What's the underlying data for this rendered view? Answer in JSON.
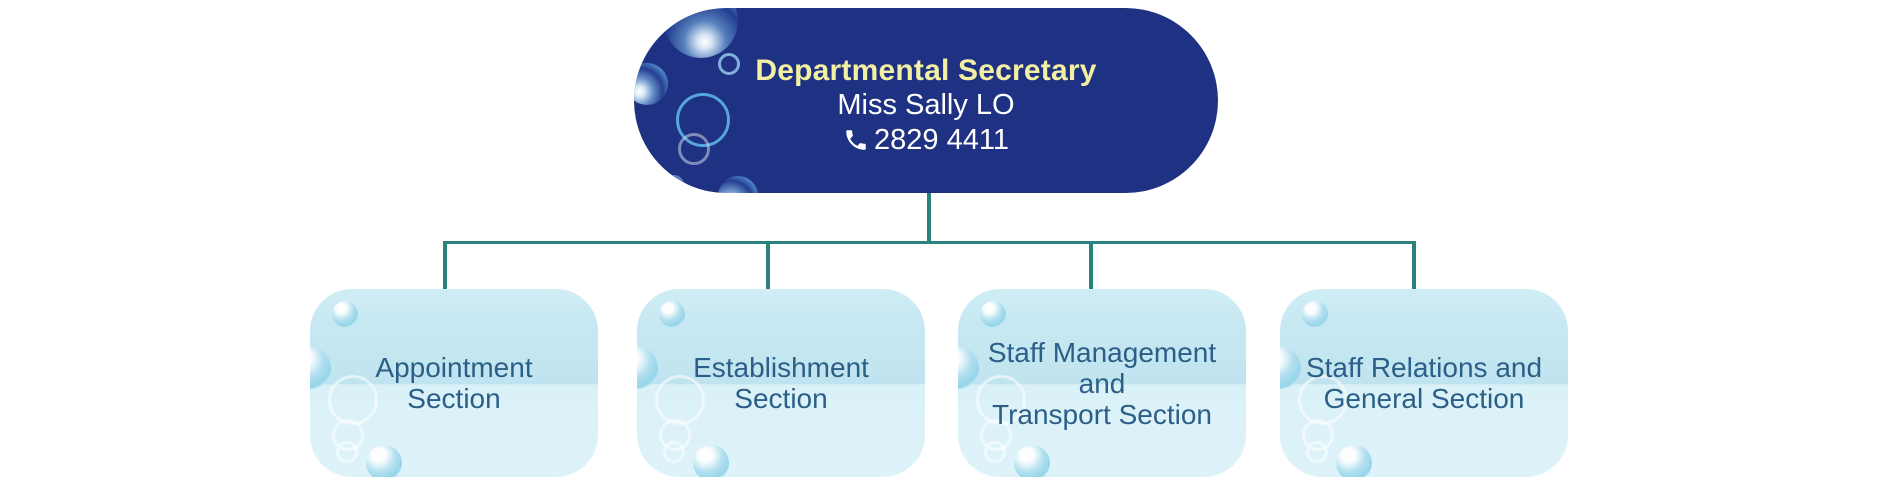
{
  "chart": {
    "type": "org-chart",
    "root": {
      "title": "Departmental Secretary",
      "person": "Miss Sally LO",
      "phone": "2829 4411",
      "phone_icon": "phone-handset-icon"
    },
    "sections": [
      {
        "label": "Appointment\nSection"
      },
      {
        "label": "Establishment\nSection"
      },
      {
        "label": "Staff Management\nand\nTransport Section"
      },
      {
        "label": "Staff Relations and\nGeneral Section"
      }
    ],
    "colors": {
      "root_background": "#1e3182",
      "root_title_text": "#f3f0a3",
      "root_body_text": "#ffffff",
      "connector_line": "#2a827c",
      "section_background_top": "#c0e4ef",
      "section_background_bottom": "#daf1f8",
      "section_text": "#2b5f88",
      "page_background": "#ffffff"
    }
  }
}
